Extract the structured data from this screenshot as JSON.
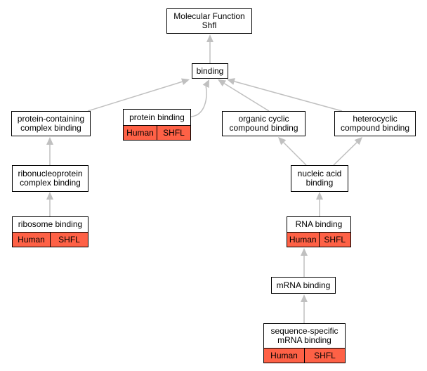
{
  "colors": {
    "annotated_fill": "#fe6146",
    "edge": "#c0c0c0",
    "border": "#000000",
    "background": "#ffffff"
  },
  "nodes": [
    {
      "id": "mf",
      "label": "Molecular Function\nShfl",
      "tags": []
    },
    {
      "id": "binding",
      "label": "binding",
      "tags": []
    },
    {
      "id": "pccb",
      "label": "protein-containing\ncomplex binding",
      "tags": []
    },
    {
      "id": "pb",
      "label": "protein binding",
      "tags": [
        "Human",
        "SHFL"
      ]
    },
    {
      "id": "occb",
      "label": "organic cyclic\ncompound binding",
      "tags": []
    },
    {
      "id": "hcb",
      "label": "heterocyclic\ncompound binding",
      "tags": []
    },
    {
      "id": "rnpcb",
      "label": "ribonucleoprotein\ncomplex binding",
      "tags": []
    },
    {
      "id": "nab",
      "label": "nucleic acid\nbinding",
      "tags": []
    },
    {
      "id": "rb",
      "label": "ribosome binding",
      "tags": [
        "Human",
        "SHFL"
      ]
    },
    {
      "id": "rnab",
      "label": "RNA binding",
      "tags": [
        "Human",
        "SHFL"
      ]
    },
    {
      "id": "mrnab",
      "label": "mRNA binding",
      "tags": []
    },
    {
      "id": "ssmrnab",
      "label": "sequence-specific\nmRNA binding",
      "tags": [
        "Human",
        "SHFL"
      ]
    }
  ],
  "edges": [
    {
      "from": "binding",
      "to": "mf"
    },
    {
      "from": "pccb",
      "to": "binding"
    },
    {
      "from": "pb",
      "to": "binding"
    },
    {
      "from": "occb",
      "to": "binding"
    },
    {
      "from": "hcb",
      "to": "binding"
    },
    {
      "from": "rnpcb",
      "to": "pccb"
    },
    {
      "from": "rb",
      "to": "rnpcb"
    },
    {
      "from": "nab",
      "to": "occb"
    },
    {
      "from": "nab",
      "to": "hcb"
    },
    {
      "from": "rnab",
      "to": "nab"
    },
    {
      "from": "mrnab",
      "to": "rnab"
    },
    {
      "from": "ssmrnab",
      "to": "mrnab"
    }
  ]
}
